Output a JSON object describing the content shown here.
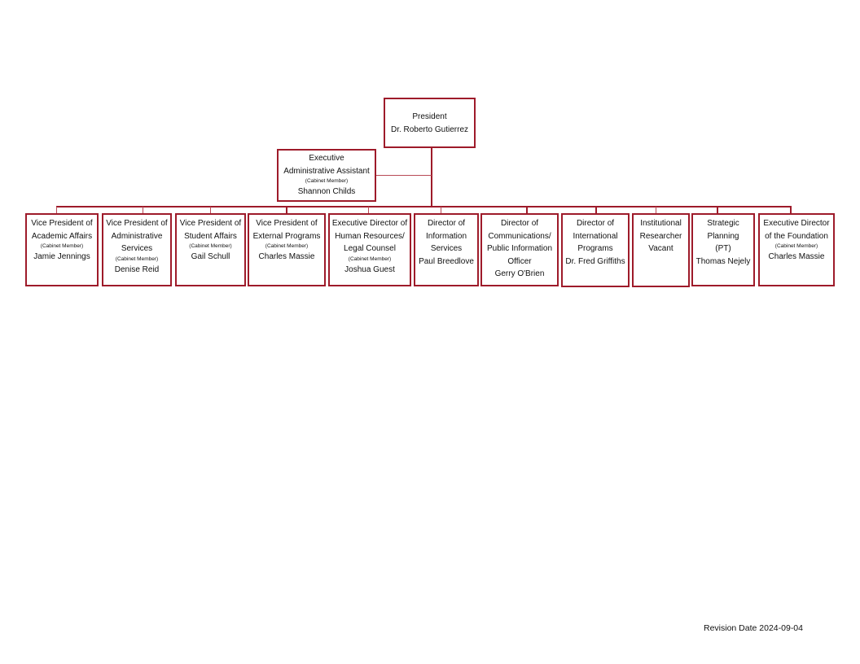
{
  "president": {
    "title": "President",
    "name": "Dr. Roberto Gutierrez"
  },
  "assistant": {
    "title": "Executive\nAdministrative Assistant",
    "cabinet": "(Cabinet Member)",
    "name": "Shannon Childs"
  },
  "units": [
    {
      "title": "Vice President of\nAcademic Affairs",
      "cabinet": "(Cabinet Member)",
      "name": "Jamie Jennings"
    },
    {
      "title": "Vice President of\nAdministrative\nServices",
      "cabinet": "(Cabinet Member)",
      "name": "Denise Reid"
    },
    {
      "title": "Vice President of\nStudent Affairs",
      "cabinet": "(Cabinet Member)",
      "name": "Gail Schull"
    },
    {
      "title": "Vice President of\nExternal Programs",
      "cabinet": "(Cabinet Member)",
      "name": "Charles Massie"
    },
    {
      "title": "Executive Director of\nHuman Resources/\nLegal Counsel",
      "cabinet": "(Cabinet Member)",
      "name": "Joshua Guest"
    },
    {
      "title": "Director of\nInformation\nServices",
      "cabinet": "",
      "name": "Paul Breedlove"
    },
    {
      "title": "Director of\nCommunications/\nPublic Information\nOfficer",
      "cabinet": "",
      "name": "Gerry O'Brien"
    },
    {
      "title": "Director of\nInternational\nPrograms",
      "cabinet": "",
      "name": "Dr. Fred Griffiths"
    },
    {
      "title": "Institutional\nResearcher",
      "cabinet": "",
      "name": "Vacant"
    },
    {
      "title": "Strategic\nPlanning\n(PT)",
      "cabinet": "",
      "name": "Thomas Nejely"
    },
    {
      "title": "Executive Director\nof the Foundation",
      "cabinet": "(Cabinet Member)",
      "name": "Charles Massie"
    }
  ],
  "footer": {
    "revision": "Revision Date 2024-09-04"
  },
  "colors": {
    "border": "#9e1b2a",
    "text": "#111111"
  }
}
